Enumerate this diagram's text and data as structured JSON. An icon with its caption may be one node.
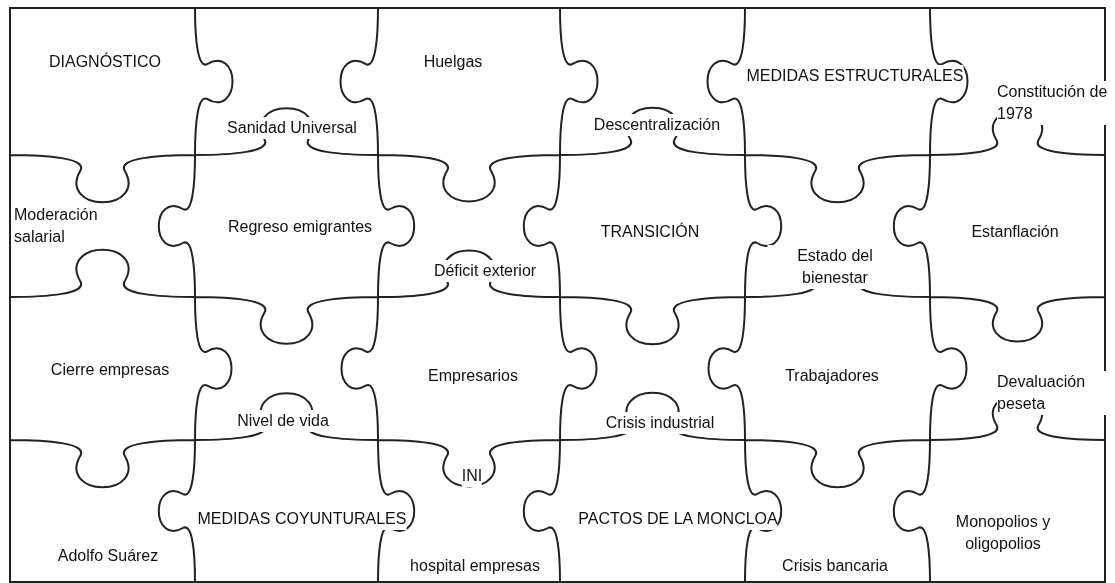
{
  "diagram": {
    "labels": [
      "DIAGNÓSTICO",
      "Huelgas",
      "MEDIDAS ESTRUCTURALES",
      "Constitución de 1978",
      "Sanidad Universal",
      "Descentralización",
      "Moderación salarial",
      "Regreso emigrantes",
      "TRANSICIÓN",
      "Estanflación",
      "Estado del bienestar",
      "Déficit exterior",
      "Cierre empresas",
      "Empresarios",
      "Trabajadores",
      "Devaluación peseta",
      "Nivel de vida",
      "Crisis industrial",
      "INI",
      "MEDIDAS COYUNTURALES",
      "PACTOS DE LA MONCLOA",
      "Monopolios y oligopolios",
      "Adolfo Suárez",
      "hospital empresas",
      "Crisis bancaria"
    ]
  }
}
